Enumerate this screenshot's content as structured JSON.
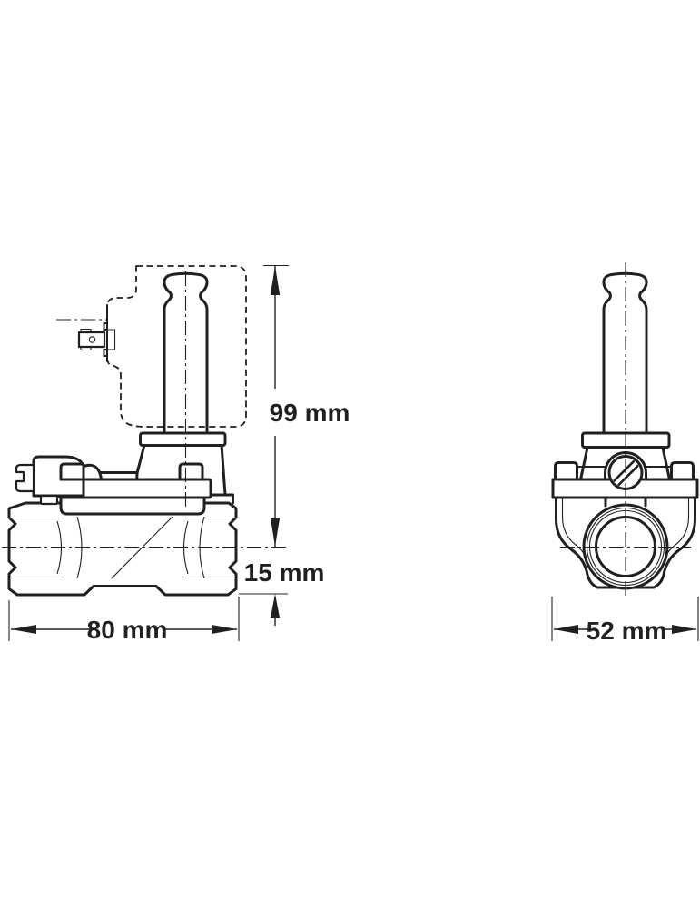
{
  "page": {
    "background_color": "#ffffff",
    "line_color": "#231f20"
  },
  "drawing": {
    "type": "technical-dimensional-drawing",
    "subject": "solenoid-valve-two-view-drawing",
    "views": {
      "side_view": "side-view",
      "front_view": "front-view"
    },
    "dimensions": {
      "height": "99 mm",
      "center_to_base": "15 mm",
      "body_length": "80 mm",
      "body_width": "52 mm"
    }
  }
}
